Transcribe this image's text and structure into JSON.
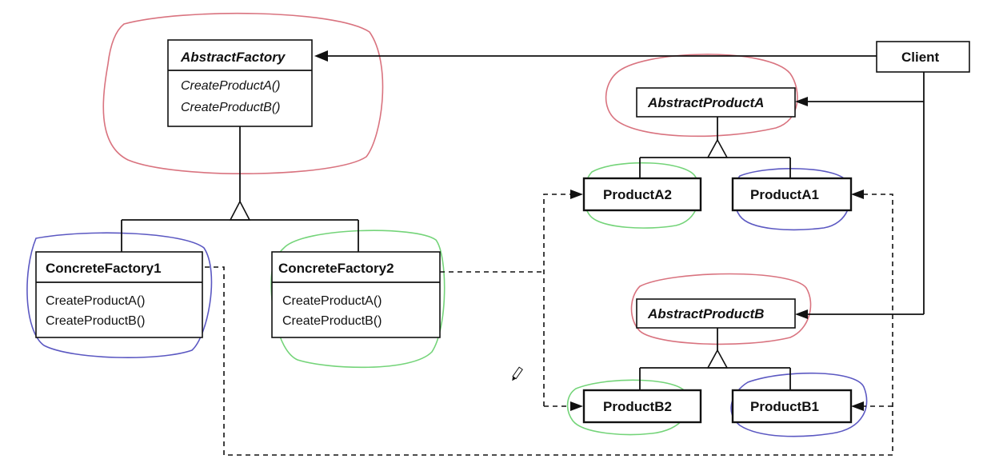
{
  "diagram": {
    "classes": {
      "abstract_factory": {
        "name": "AbstractFactory",
        "ops": [
          "CreateProductA()",
          "CreateProductB()"
        ]
      },
      "concrete_factory1": {
        "name": "ConcreteFactory1",
        "ops": [
          "CreateProductA()",
          "CreateProductB()"
        ]
      },
      "concrete_factory2": {
        "name": "ConcreteFactory2",
        "ops": [
          "CreateProductA()",
          "CreateProductB()"
        ]
      },
      "client": {
        "name": "Client"
      },
      "abstract_product_a": {
        "name": "AbstractProductA"
      },
      "product_a2": {
        "name": "ProductA2"
      },
      "product_a1": {
        "name": "ProductA1"
      },
      "abstract_product_b": {
        "name": "AbstractProductB"
      },
      "product_b2": {
        "name": "ProductB2"
      },
      "product_b1": {
        "name": "ProductB1"
      }
    },
    "colors": {
      "abstract_highlight": "#d9737f",
      "family1_highlight": "#5b58c2",
      "family2_highlight": "#74d479"
    }
  }
}
